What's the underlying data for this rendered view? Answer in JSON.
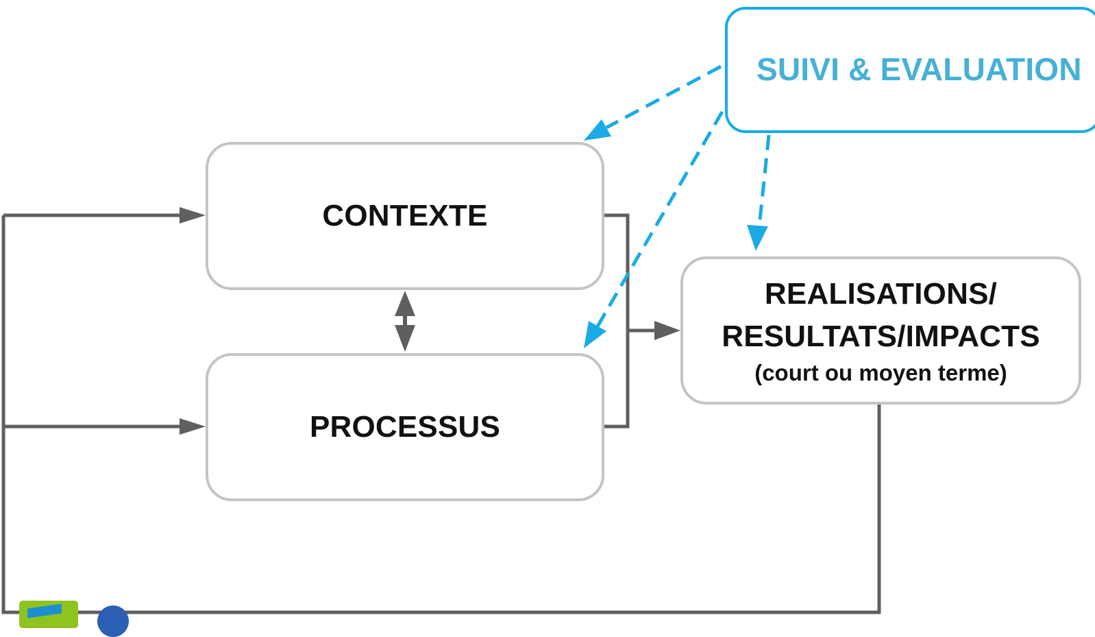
{
  "diagram": {
    "nodes": {
      "contexte": {
        "label": "CONTEXTE"
      },
      "processus": {
        "label": "PROCESSUS"
      },
      "realisations": {
        "line1": "REALISATIONS/",
        "line2": "RESULTATS/IMPACTS",
        "subtitle": "(court ou moyen terme)"
      },
      "suivi": {
        "label": "SUIVI & EVALUATION"
      }
    },
    "colors": {
      "connector": "#5f5f5f",
      "node_border": "#c4c4c4",
      "monitoring_border": "#18ace6",
      "monitoring_arrow": "#1aabe6",
      "monitoring_text": "#47b0d6"
    },
    "logos": [
      "green-logo",
      "blue-logo"
    ]
  }
}
